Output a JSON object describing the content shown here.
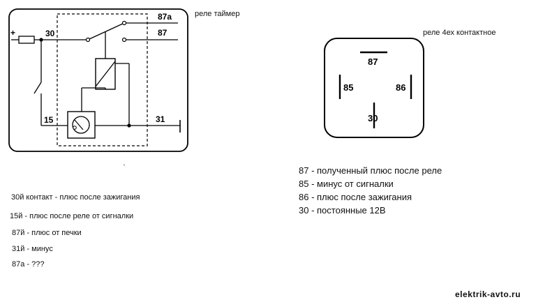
{
  "timer_relay": {
    "title": "реле таймер",
    "pins": {
      "p87a": "87a",
      "p87": "87",
      "p30": "30",
      "p15": "15",
      "p31": "31",
      "plus": "+"
    }
  },
  "relay4": {
    "title": "реле 4ех контактное",
    "pins": {
      "p87": "87",
      "p85": "85",
      "p86": "86",
      "p30": "30"
    }
  },
  "timer_notes": [
    "30й контакт - плюс после зажигания",
    "15й - плюс после реле от сигналки",
    "87й - плюс от печки",
    "31й - минус",
    "87а - ???"
  ],
  "relay_notes": [
    "87 - полученный плюс после реле",
    "85 - минус от сигналки",
    "86 - плюс после зажигания",
    "30 - постоянные 12В"
  ],
  "watermark": "elektrik-avto.ru"
}
